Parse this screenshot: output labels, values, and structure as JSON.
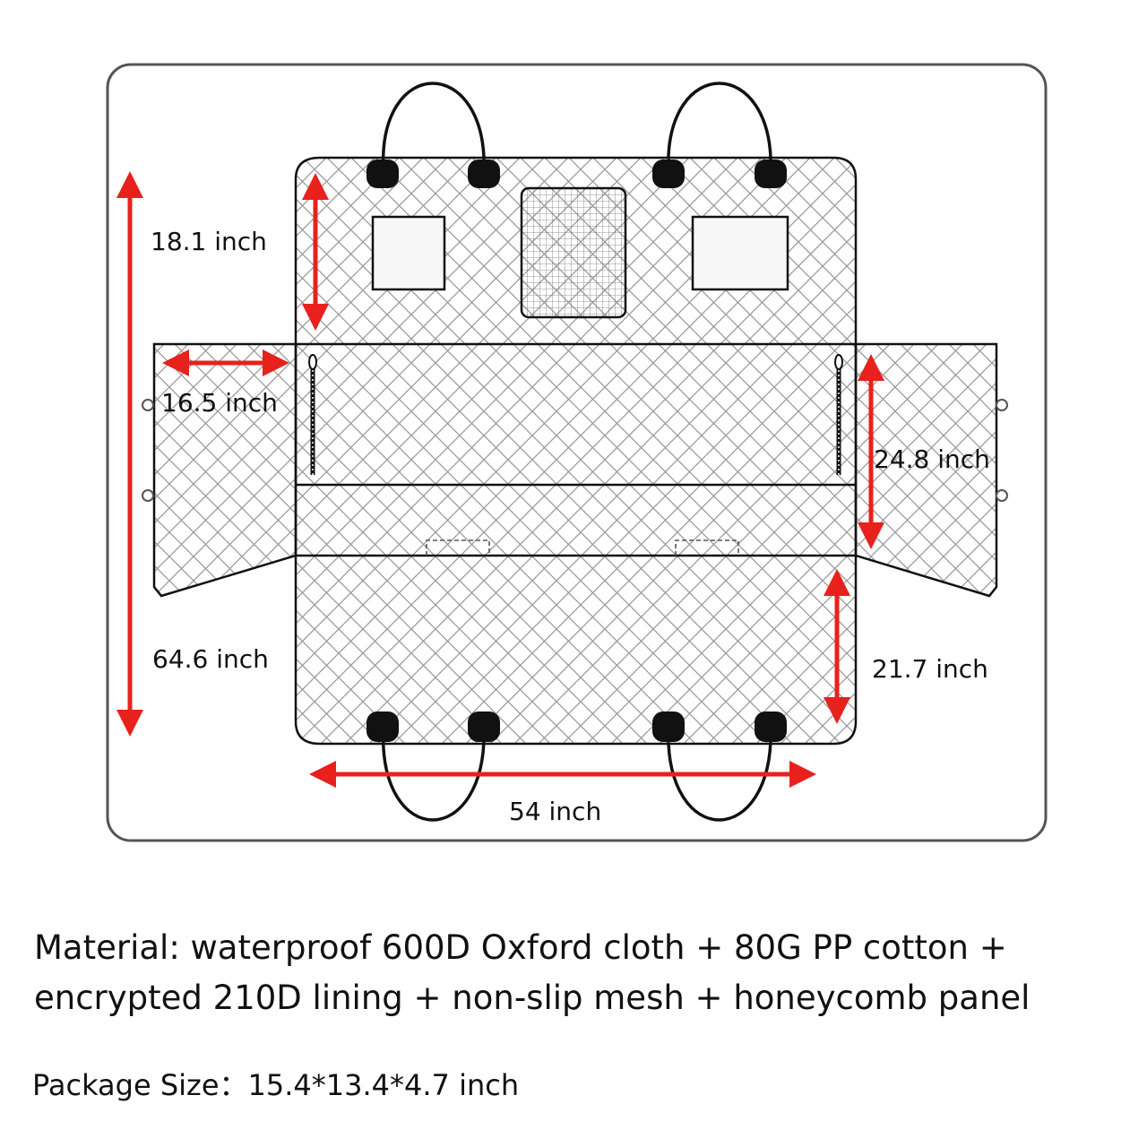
{
  "dimensions": {
    "back_height": "18.1 inch",
    "side_flap_width": "16.5 inch",
    "side_flap_height": "24.8 inch",
    "total_length": "64.6 inch",
    "front_flap_height": "21.7 inch",
    "width": "54 inch"
  },
  "material_text": "Material: waterproof 600D Oxford cloth + 80G PP cotton + encrypted 210D lining + non-slip mesh + honeycomb panel",
  "package_text": "Package Size：15.4*13.4*4.7 inch",
  "colors": {
    "arrow": "#e8211c",
    "outline": "#111111",
    "quilt": "#9a9a9a",
    "frame": "#555555"
  }
}
